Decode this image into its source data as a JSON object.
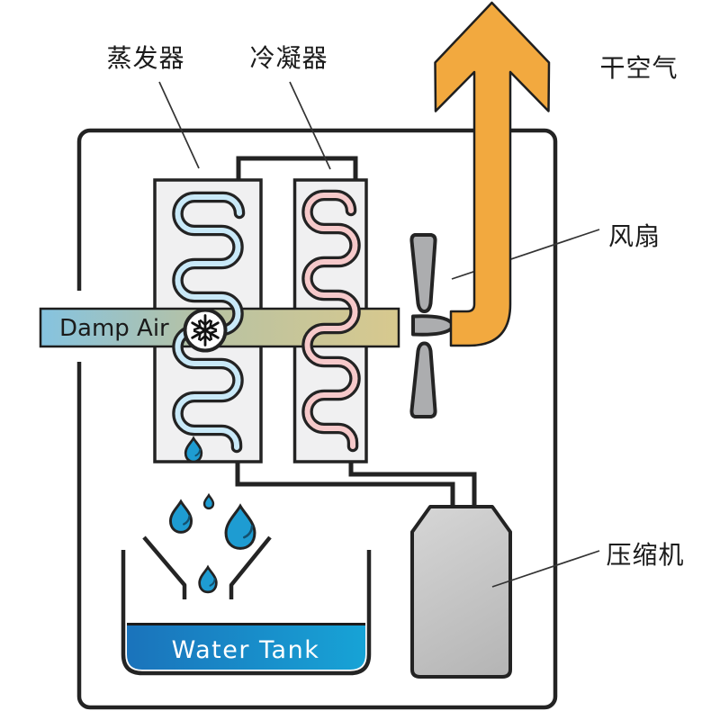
{
  "labels": {
    "evaporator": "蒸发器",
    "condenser": "冷凝器",
    "dry_air": "干空气",
    "fan": "风扇",
    "compressor": "压缩机",
    "damp_air": "Damp Air",
    "water_tank": "Water Tank"
  },
  "icons": {
    "snowflake": "❄ cooling/frost symbol on evaporator coil",
    "up_arrow": "dry air exhaust arrow"
  },
  "colors": {
    "outline": "#232323",
    "arrow_orange": "#F2A93F",
    "band_blue": "#85C3E0",
    "band_mid": "#B7C2A3",
    "band_tan": "#D8C98E",
    "coil_cold": "#C9E9F8",
    "coil_hot": "#F6C9CA",
    "box_fill": "#F0F0F1",
    "fan_gray": "#ACADAF",
    "compressor_light": "#D6D6D6",
    "compressor_dark": "#B4B4B4",
    "water_left": "#1A73BB",
    "water_right": "#17A3D6",
    "droplet": "#1E9CD2"
  }
}
